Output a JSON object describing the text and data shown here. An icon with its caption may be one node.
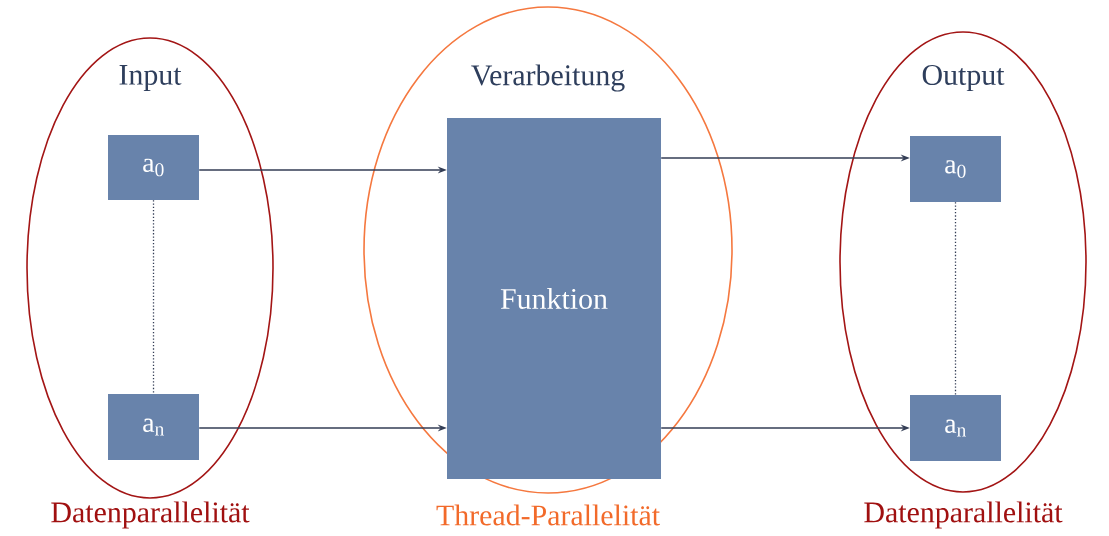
{
  "diagram": {
    "nodes": [
      {
        "text": [
          "Input"
        ],
        "beside": [
          "Datenparallelität"
        ]
      },
      {
        "text": [
          "a$_{0}$"
        ],
        "in": 0
      },
      {
        "text": [
          "a$_{n}$"
        ],
        "in": 0
      },
      {
        "text": [
          "Verarbeitung"
        ],
        "beside": [
          "Thread-Parallelität"
        ]
      },
      {
        "text": [
          "Funktion"
        ],
        "in": 3
      },
      {
        "text": [
          "Output"
        ],
        "beside": [
          "Datenparallelität"
        ]
      },
      {
        "text": [
          "a$_{0}$"
        ],
        "in": 5
      },
      {
        "text": [
          "a$_{n}$"
        ],
        "in": 5
      }
    ],
    "edges": [
      {
        "from": 1,
        "to": 4,
        "arrow": "to"
      },
      {
        "from": 2,
        "to": 4,
        "arrow": "to"
      },
      {
        "from": 4,
        "to": 6,
        "arrow": "to"
      },
      {
        "from": 4,
        "to": 7,
        "arrow": "to"
      },
      {
        "from": 1,
        "to": 2,
        "arrow": "none",
        "style": "dashed"
      },
      {
        "from": 6,
        "to": 7,
        "arrow": "none",
        "style": "dashed"
      }
    ]
  }
}
